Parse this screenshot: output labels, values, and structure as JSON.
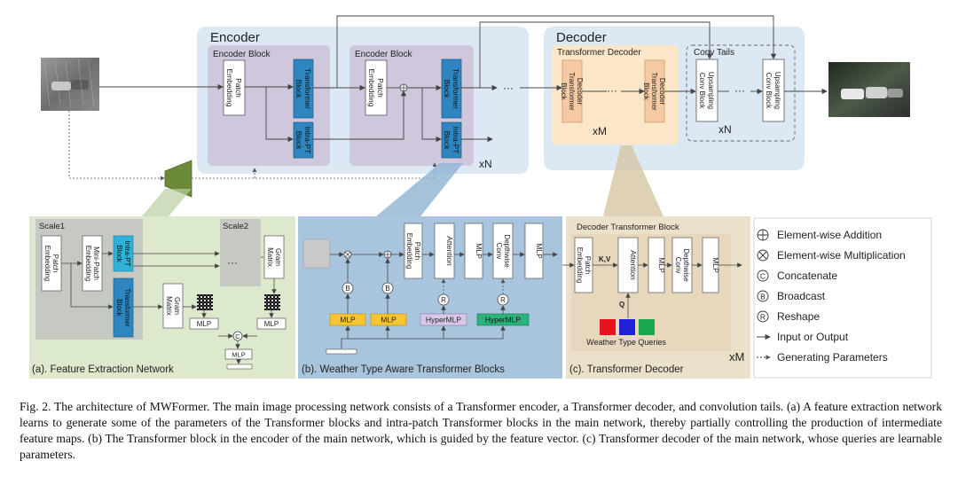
{
  "encoder": {
    "title": "Encoder",
    "block_title": "Encoder Block",
    "block_title_2": "Encoder Block",
    "patch_embedding": [
      "Patch",
      "Embedding"
    ],
    "transformer_block": [
      "Transformer",
      "Block"
    ],
    "intra_pt_block": [
      "Intra-PT",
      "Block"
    ],
    "ellipsis": "···",
    "repeat": "xN"
  },
  "decoder": {
    "title": "Decoder",
    "transformer_decoder_title": "Transformer Decoder",
    "decoder_transformer_block": [
      "Decoder",
      "Transformer",
      "Block"
    ],
    "repeat_decoder": "xM",
    "conv_tails_title": "Conv Tails",
    "upsampling_conv_block": [
      "Upsampling",
      "Conv Block"
    ],
    "repeat_tails": "xN",
    "ellipsis": "···"
  },
  "panel_a": {
    "caption": "(a). Feature Extraction Network",
    "scale1": "Scale1",
    "scale2": "Scale2",
    "patch_embedding": [
      "Patch",
      "Embedding"
    ],
    "mini_patch_embedding": [
      "Mini-Patch",
      "Embedding"
    ],
    "intra_pt_block": [
      "Intra-PT",
      "Block"
    ],
    "transformer_block": [
      "Transformer",
      "Block"
    ],
    "gram_matrix": [
      "Gram",
      "Matrix"
    ],
    "mlp": "MLP",
    "concat": "C",
    "ellipsis": "···"
  },
  "panel_b": {
    "caption": "(b). Weather Type Aware Transformer Blocks",
    "patch_embedding": [
      "Patch",
      "Embedding"
    ],
    "attention": "Attention",
    "mlp": "MLP",
    "depthwise_conv": [
      "Depthwise",
      "Conv"
    ],
    "broadcast": "B",
    "reshape": "R",
    "hypermlp": "HyperMLP"
  },
  "panel_c": {
    "caption": "(c). Transformer Decoder",
    "block_title": "Decoder Transformer Block",
    "patch_embedding": [
      "Patch",
      "Embedding"
    ],
    "attention": "Attention",
    "mlp": "MLP",
    "depthwise_conv": [
      "Depthwise",
      "Conv"
    ],
    "kv": "K,V",
    "q": "Q",
    "queries_label": "Weather Type Queries",
    "repeat": "xM"
  },
  "legend": {
    "items": [
      {
        "symbol": "⊕",
        "label": "Element-wise Addition"
      },
      {
        "symbol": "⊗",
        "label": "Element-wise Multiplication"
      },
      {
        "symbol": "C",
        "label": "Concatenate"
      },
      {
        "symbol": "B",
        "label": "Broadcast"
      },
      {
        "symbol": "R",
        "label": "Reshape"
      },
      {
        "symbol": "→",
        "label": "Input or Output"
      },
      {
        "symbol": "⇢",
        "label": "Generating Parameters"
      }
    ]
  },
  "colors": {
    "encoder_bg": "#dce8f4",
    "encoder_block": "#cfc8dc",
    "transformer_blue": "#2e86c1",
    "decoder_bg": "#dce8f4",
    "decoder_inner": "#fbe7c8",
    "decoder_block": "#f5c9a2",
    "panel_a": "#dde9cc",
    "panel_b": "#a9c5de",
    "panel_c": "#ebe1cb",
    "mlp_yellow": "#f7c531",
    "hypermlp_purple": "#d8c8e6",
    "hypermlp_green": "#2bb37a",
    "query_red": "#e8141c",
    "query_blue": "#2020d8",
    "query_green": "#1aa64b"
  },
  "caption": {
    "text": "Fig. 2.  The architecture of MWFormer. The main image processing network consists of a Transformer encoder, a Transformer decoder, and convolution tails. (a) A feature extraction network learns to generate some of the parameters of the Transformer blocks and intra-patch Transformer blocks in the main network, thereby partially controlling the production of intermediate feature maps. (b) The Transformer block in the encoder of the main network, which is guided by the feature vector. (c) Transformer decoder of the main network, whose queries are learnable parameters."
  }
}
